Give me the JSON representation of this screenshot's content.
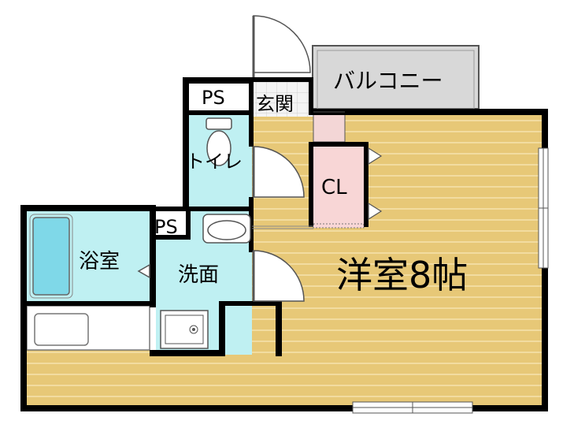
{
  "floor_plan": {
    "rooms": {
      "balcony": "バルコニー",
      "entrance": "玄関",
      "ps_top": "PS",
      "toilet": "トイレ",
      "closet": "CL",
      "ps_mid": "PS",
      "bath": "浴室",
      "washroom": "洗面",
      "main_room": "洋室8帖"
    },
    "colors": {
      "wall": "#000000",
      "floor_wood": "#e7c877",
      "floor_stripe": "#f2dca0",
      "wet_area": "#bff0f2",
      "closet": "#f8d6d6",
      "entrance_floor": "#f3d6d6",
      "balcony": "#d8d8d8",
      "tub": "#7fd8e8",
      "door": "#ffffff"
    }
  }
}
